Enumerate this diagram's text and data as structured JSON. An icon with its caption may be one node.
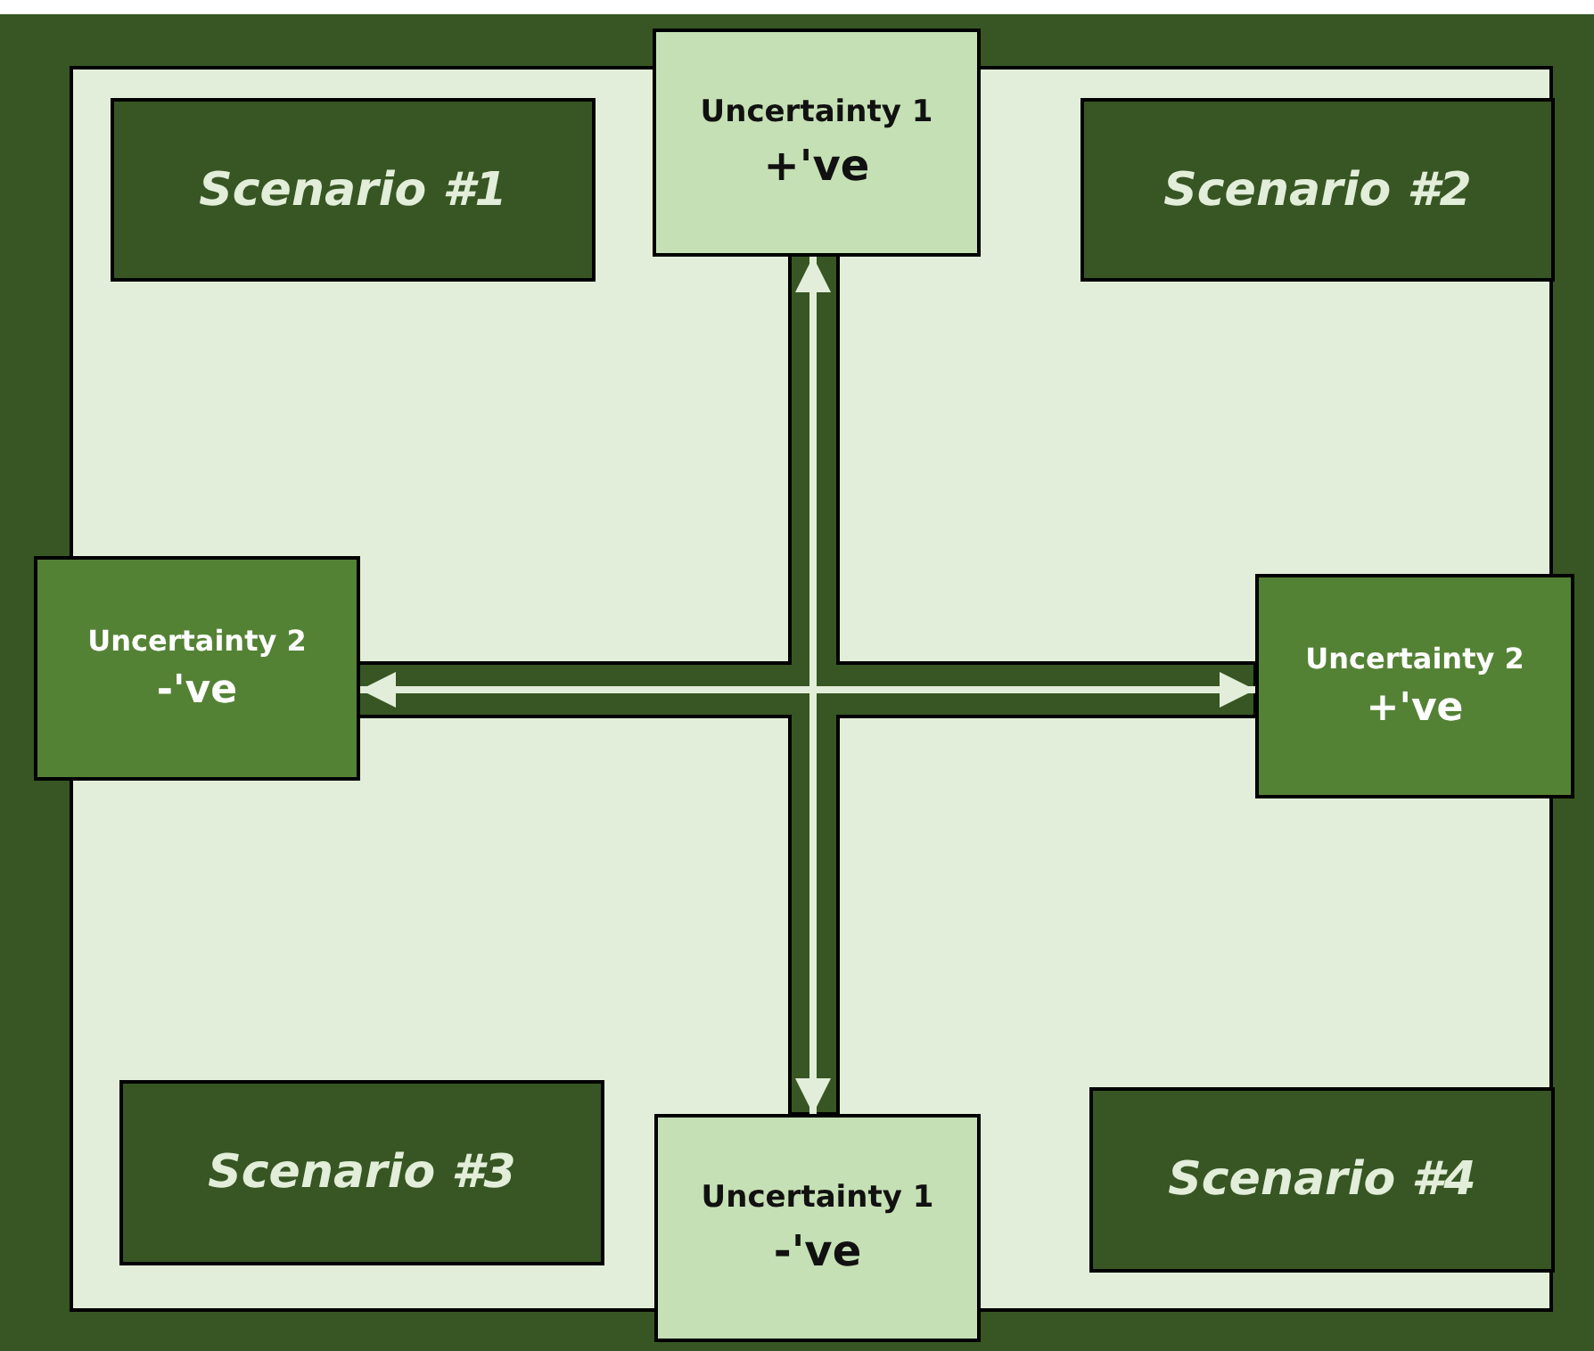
{
  "diagram": {
    "nodes": [
      {
        "text": [
          "Uncertainty 1",
          "+'ve"
        ]
      },
      {
        "text": [
          "Scenario #1"
        ]
      },
      {
        "text": [
          "Scenario #2"
        ]
      },
      {
        "text": [
          "Uncertainty 2",
          "-'ve"
        ]
      },
      {
        "text": [
          "Uncertainty 2",
          "+'ve"
        ]
      },
      {
        "text": [
          "Scenario #3"
        ]
      },
      {
        "text": [
          "Uncertainty 1",
          "-'ve"
        ]
      },
      {
        "text": [
          "Scenario #4"
        ]
      }
    ],
    "edges": [
      {
        "from": 6,
        "to": 0,
        "arrow": "both"
      },
      {
        "from": 3,
        "to": 4,
        "arrow": "both"
      }
    ]
  }
}
